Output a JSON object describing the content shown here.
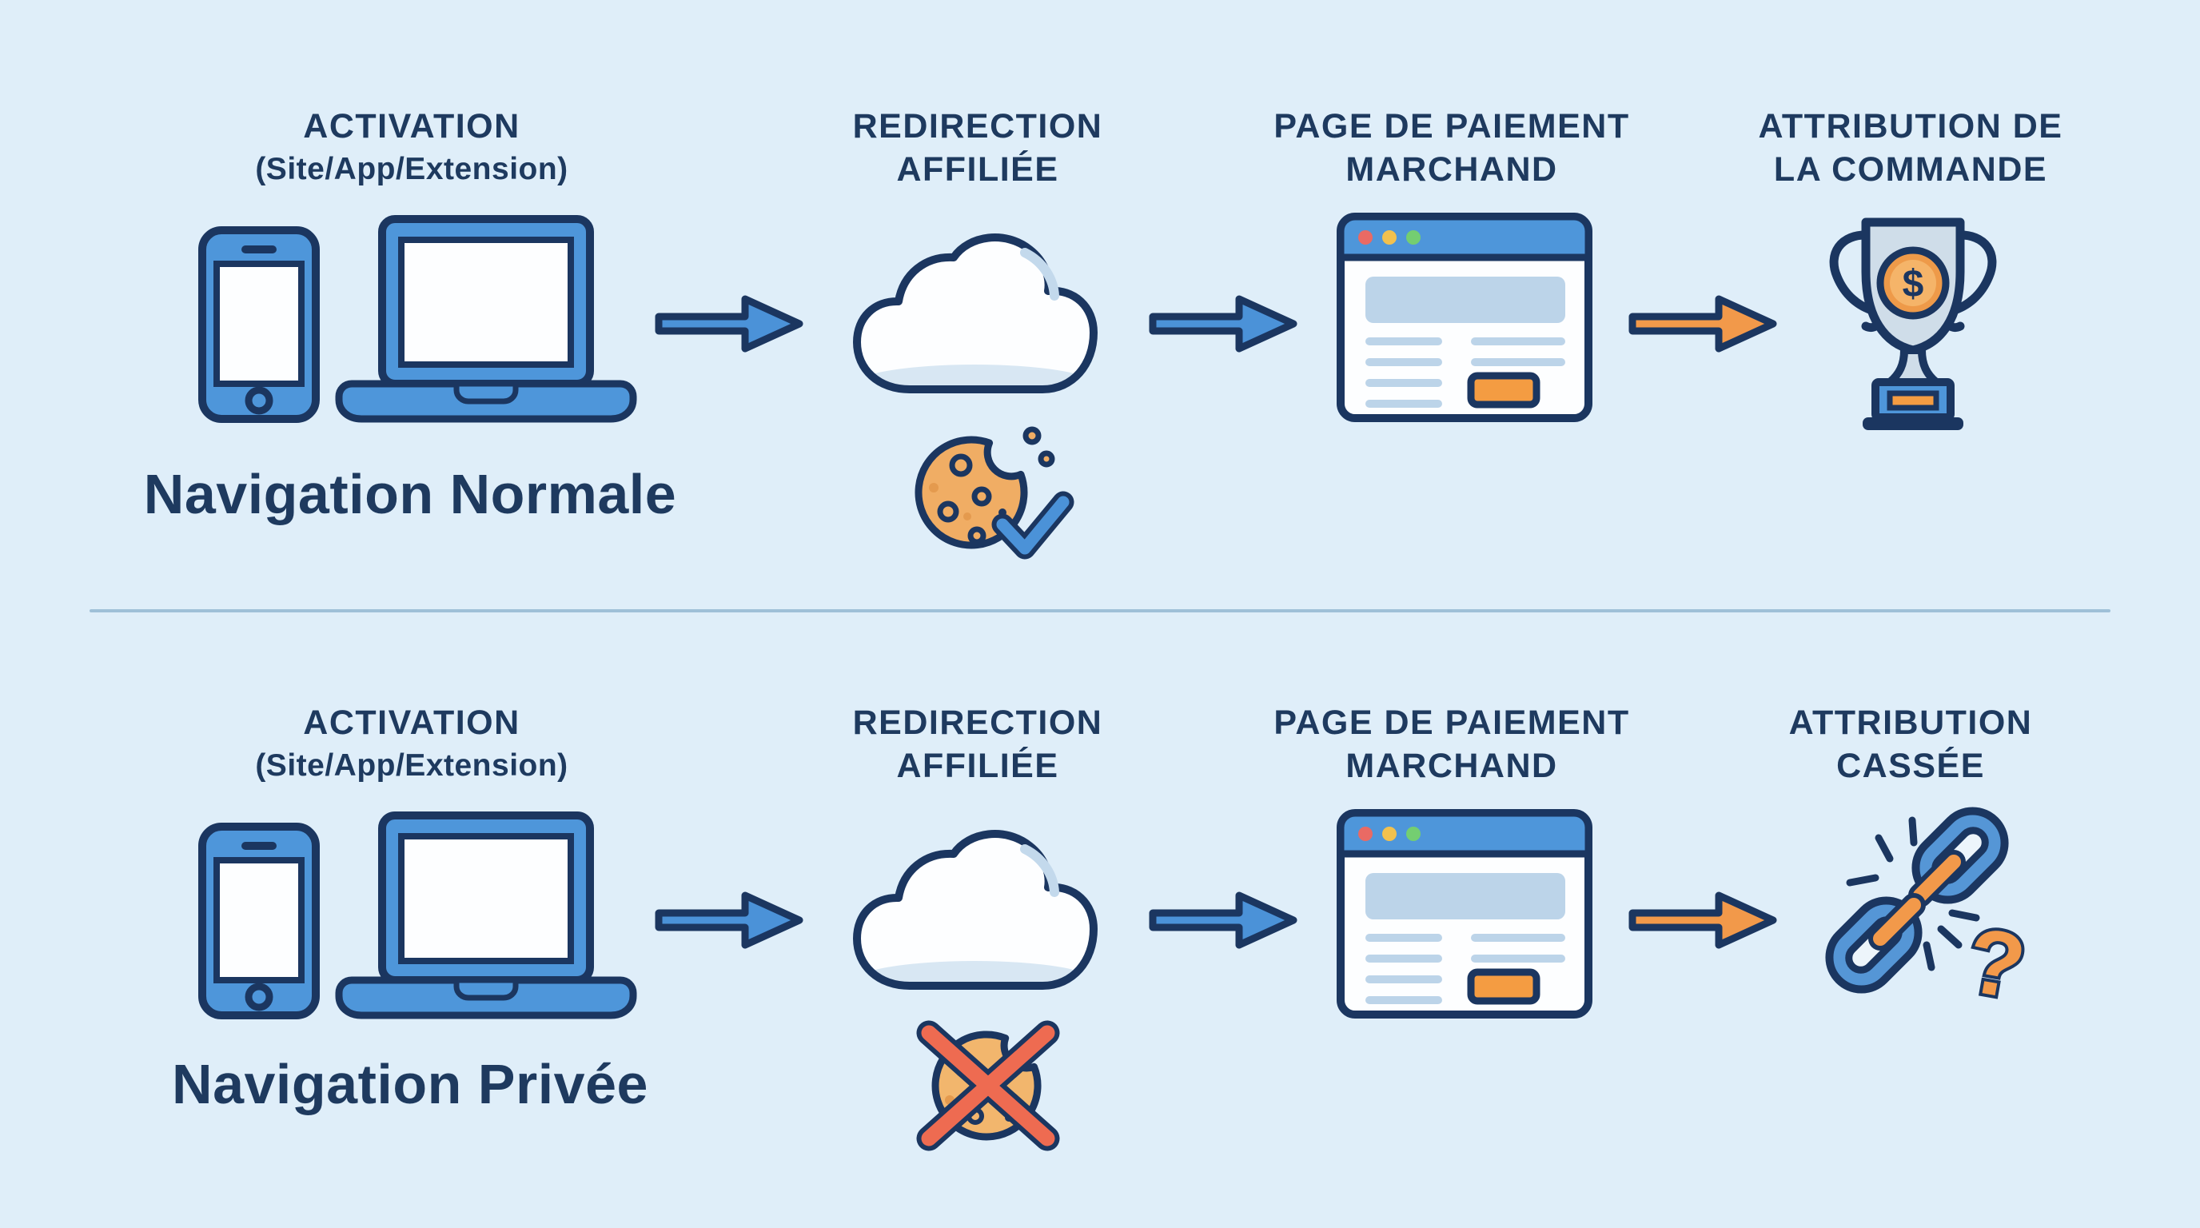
{
  "palette": {
    "background": "#DFEEF9",
    "text_navy": "#1E3A5F",
    "outline_navy": "#1B3660",
    "icon_blue": "#4E96DA",
    "accent_orange": "#F2994A",
    "blocked_red": "#EE6B51",
    "silver": "#CFDDE9",
    "light_blue_fill": "#BCD4E9",
    "divider_blue": "#9FC0D8"
  },
  "rows": [
    {
      "label": "Navigation Normale",
      "steps": [
        {
          "line1": "ACTIVATION",
          "line2": "(Site/App/Extension)",
          "icon": "smartphone-laptop-icon"
        },
        {
          "line1": "REDIRECTION",
          "line2": "AFFILIÉE",
          "icon": "cloud-cookie-check-icon"
        },
        {
          "line1": "PAGE DE PAIEMENT",
          "line2": "MARCHAND",
          "icon": "merchant-browser-icon"
        },
        {
          "line1": "ATTRIBUTION DE",
          "line2": "LA COMMANDE",
          "icon": "trophy-icon"
        }
      ],
      "arrows": [
        "arrow-blue",
        "arrow-blue",
        "arrow-orange"
      ]
    },
    {
      "label": "Navigation Privée",
      "steps": [
        {
          "line1": "ACTIVATION",
          "line2": "(Site/App/Extension)",
          "icon": "smartphone-laptop-icon"
        },
        {
          "line1": "REDIRECTION",
          "line2": "AFFILIÉE",
          "icon": "cloud-cookie-blocked-icon"
        },
        {
          "line1": "PAGE DE PAIEMENT",
          "line2": "MARCHAND",
          "icon": "merchant-browser-icon"
        },
        {
          "line1": "ATTRIBUTION",
          "line2": "CASSÉE",
          "icon": "broken-chain-icon"
        }
      ],
      "arrows": [
        "arrow-blue",
        "arrow-blue",
        "arrow-orange"
      ]
    }
  ],
  "icons": {
    "trophy_symbol": "$",
    "question_symbol": "?"
  }
}
